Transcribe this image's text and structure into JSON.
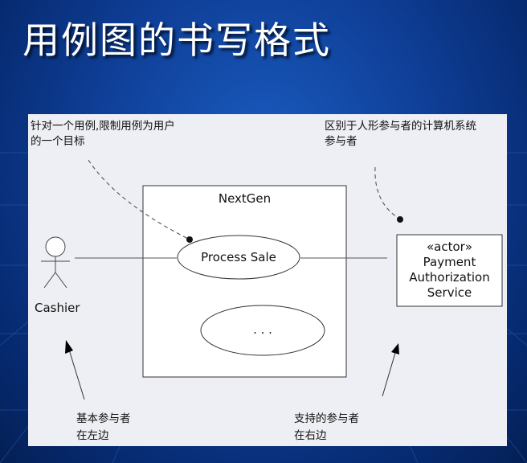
{
  "slide": {
    "title": "用例图的书写格式"
  },
  "diagram": {
    "system_name": "NextGen",
    "use_cases": {
      "primary": "Process Sale",
      "placeholder": ". . ."
    },
    "primary_actor": {
      "name": "Cashier"
    },
    "secondary_actor": {
      "stereotype": "«actor»",
      "name_lines": [
        "Payment",
        "Authorization",
        "Service"
      ]
    },
    "annotations": {
      "use_case_note": [
        "针对一个用例,限制用例为用户",
        "的一个目标"
      ],
      "system_actor_note": [
        "区别于人形参与者的计算机系统",
        "参与者"
      ],
      "left_note": [
        "基本参与者",
        "在左边"
      ],
      "right_note": [
        "支持的参与者",
        "在右边"
      ]
    }
  }
}
